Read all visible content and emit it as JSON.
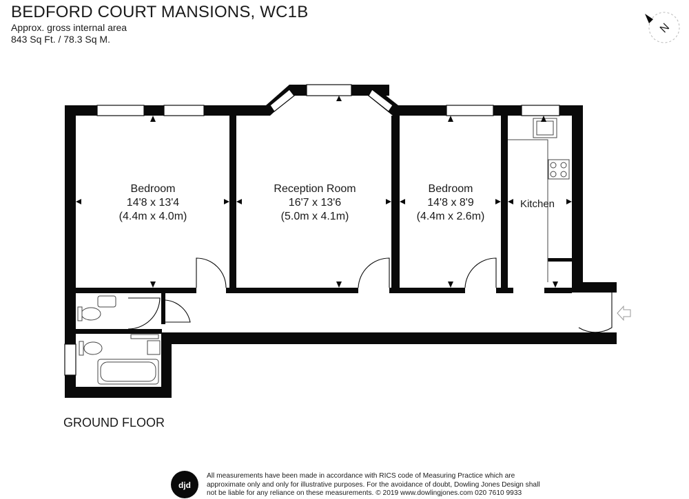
{
  "header": {
    "title": "BEDFORD COURT MANSIONS, WC1B",
    "area_label": "Approx. gross internal area",
    "area_value": "843 Sq Ft. / 78.3 Sq M."
  },
  "compass": {
    "letter": "N"
  },
  "rooms": {
    "bedroom1": {
      "name": "Bedroom",
      "imperial": "14'8 x 13'4",
      "metric": "(4.4m x 4.0m)"
    },
    "reception": {
      "name": "Reception Room",
      "imperial": "16'7 x 13'6",
      "metric": "(5.0m x 4.1m)"
    },
    "bedroom2": {
      "name": "Bedroom",
      "imperial": "14'8 x 8'9",
      "metric": "(4.4m x 2.6m)"
    },
    "kitchen": {
      "name": "Kitchen"
    }
  },
  "floor_label": "GROUND FLOOR",
  "logo": {
    "text": "djd"
  },
  "disclaimer": [
    "All measurements have been made in accordance with RICS code of Measuring Practice which are",
    "approximate only and only for illustrative purposes. For the avoidance of doubt, Dowling Jones Design shall",
    "not be liable for any reliance on these measurements. © 2019 www.dowlingjones.com 020 7610 9933"
  ]
}
